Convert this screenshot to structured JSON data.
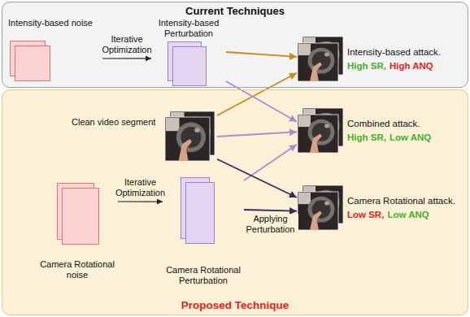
{
  "diagram": {
    "nodes": [
      {
        "text": [
          "Current Techniques"
        ]
      },
      {
        "text": [
          "Proposed Technique"
        ]
      },
      {
        "text": [
          "Intensity-based noise"
        ],
        "in": 0
      },
      {
        "text": [
          "Intensity-based Perturbation"
        ],
        "in": 0
      },
      {
        "text": [
          "Intensity-based attack.",
          "High SR,",
          "High ANQ"
        ],
        "in": 0
      },
      {
        "text": [
          "Clean video segment"
        ],
        "in": 1
      },
      {
        "text": [
          "Combined attack.",
          "High SR,",
          "Low ANQ"
        ],
        "in": 1
      },
      {
        "text": [
          "Camera Rotational noise"
        ],
        "in": 1
      },
      {
        "text": [
          "Camera Rotational Perturbation"
        ],
        "in": 1
      },
      {
        "text": [
          "Camera Rotational attack.",
          "Low SR,",
          "Low ANQ"
        ],
        "in": 1
      }
    ],
    "edges": [
      {
        "from": 2,
        "to": 3,
        "label": "Iterative Optimization",
        "arrow": "to"
      },
      {
        "from": 3,
        "to": 4,
        "arrow": "to"
      },
      {
        "from": 5,
        "to": 4,
        "arrow": "to"
      },
      {
        "from": 3,
        "to": 6,
        "arrow": "to"
      },
      {
        "from": 5,
        "to": 6,
        "arrow": "to"
      },
      {
        "from": 8,
        "to": 6,
        "arrow": "to"
      },
      {
        "from": 5,
        "to": 9,
        "arrow": "to"
      },
      {
        "from": 7,
        "to": 8,
        "label": "Iterative Optimization",
        "arrow": "to"
      },
      {
        "from": 8,
        "to": 9,
        "label": "Applying Perturbation",
        "arrow": "to"
      }
    ]
  }
}
